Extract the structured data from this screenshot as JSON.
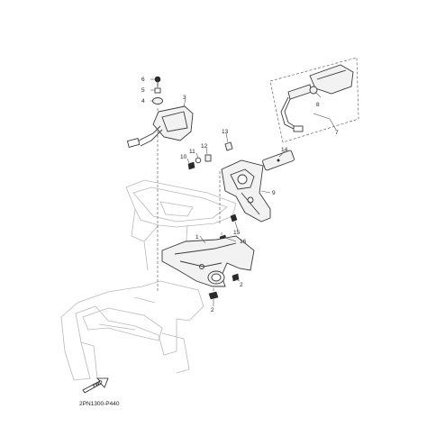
{
  "diagram": {
    "drawing_code": "2PN1300-P440",
    "forward_marker": "FWD",
    "callouts": {
      "c1": "1",
      "c2a": "2",
      "c2b": "2",
      "c3": "3",
      "c4": "4",
      "c5": "5",
      "c6": "6",
      "c7": "7",
      "c8": "8",
      "c9": "9",
      "c10": "10",
      "c11": "11",
      "c12": "12",
      "c13": "13",
      "c14": "14",
      "c15": "15",
      "c16": "16"
    }
  }
}
